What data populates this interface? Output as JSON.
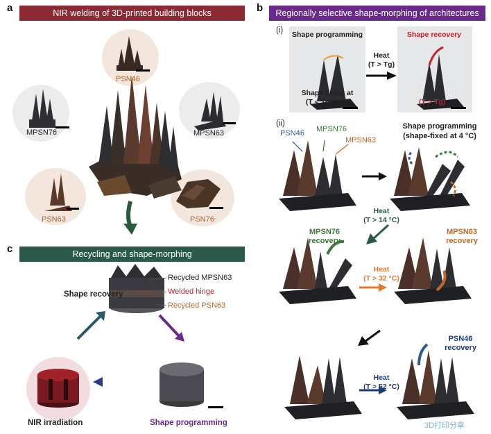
{
  "panel_a": {
    "letter": "a",
    "banner": "NIR welding of 3D-printed building blocks",
    "banner_color": "#8b2a33",
    "blocks": [
      "PSN46",
      "MPSN76",
      "MPSN63",
      "PSN63",
      "PSN76"
    ]
  },
  "panel_b": {
    "letter": "b",
    "banner": "Regionally selective shape-morphing of architectures",
    "banner_color": "#6a2a8c",
    "sub_i": {
      "numeral": "(i)",
      "shape_programming": "Shape programming",
      "shape_fixing": "Shape fixing at",
      "fix_condition": "(T < Tg)",
      "heat": "Heat",
      "heat_condition": "(T > Tg)",
      "shape_recovery": "Shape recovery",
      "recovery_condition": "(T > Tg)"
    },
    "sub_ii": {
      "numeral": "(ii)",
      "labels": [
        "PSN46",
        "MPSN76",
        "MPSN63"
      ],
      "shape_programming": "Shape programming",
      "shape_fixed": "(shape-fixed at 4 °C)",
      "heat1": "Heat",
      "heat1_condition": "(T > 14 °C)",
      "recovery1_a": "MPSN76",
      "recovery1_b": "recovery",
      "heat2": "Heat",
      "heat2_condition": "(T > 32 °C)",
      "recovery2_a": "MPSN63",
      "recovery2_b": "recovery",
      "heat3": "Heat",
      "heat3_condition": "(T > 52 °C)",
      "recovery3_a": "PSN46",
      "recovery3_b": "recovery"
    }
  },
  "panel_c": {
    "letter": "c",
    "banner": "Recycling and shape-morphing",
    "banner_color": "#2b5a4a",
    "shape_recovery": "Shape recovery",
    "recycled_mpsn63": "Recycled MPSN63",
    "welded_hinge": "Welded hinge",
    "recycled_psn63": "Recycled PSN63",
    "nir_irradiation": "NIR irradiation",
    "shape_programming": "Shape programming"
  },
  "watermark": "3D打印分享",
  "colors": {
    "psn46": "#2c5a8c",
    "mpsn76": "#3c7a3c",
    "mpsn63": "#c0692a",
    "psn63": "#b0652a",
    "red": "#c8202a",
    "purple": "#6a2a8c"
  }
}
